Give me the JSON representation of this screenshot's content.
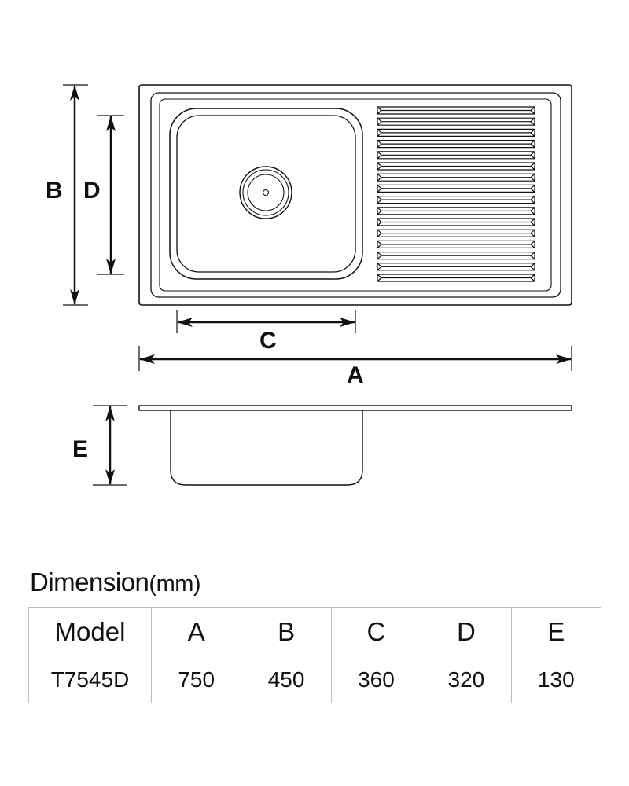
{
  "labels": {
    "a": "A",
    "b": "B",
    "c": "C",
    "d": "D",
    "e": "E"
  },
  "table": {
    "title": "Dimension",
    "unit": "(mm)",
    "headers": [
      "Model",
      "A",
      "B",
      "C",
      "D",
      "E"
    ],
    "rows": [
      [
        "T7545D",
        "750",
        "450",
        "360",
        "320",
        "130"
      ]
    ]
  }
}
